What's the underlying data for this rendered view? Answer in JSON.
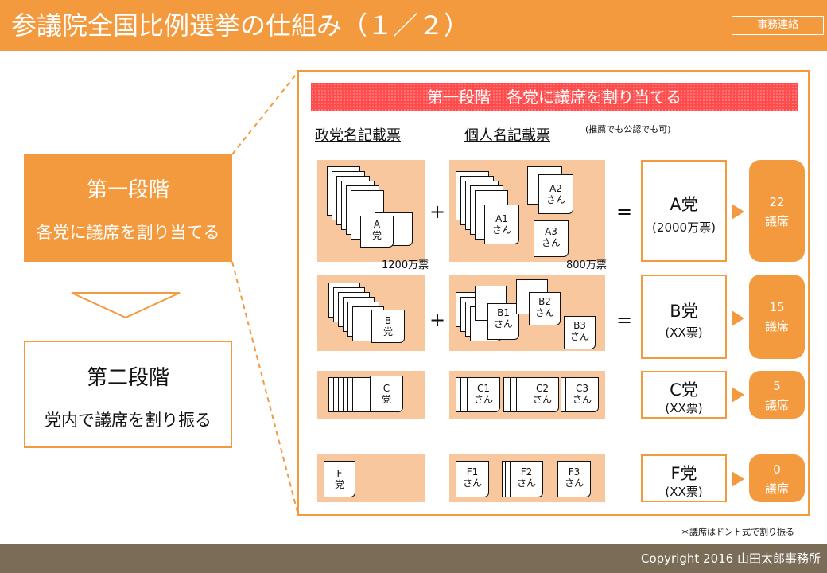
{
  "header": {
    "title": "参議院全国比例選挙の仕組み（１／２）",
    "badge": "事務連絡"
  },
  "stage1": {
    "line1": "第一段階",
    "line2": "各党に議席を割り当てる"
  },
  "stage2": {
    "line1": "第二段階",
    "line2": "党内で議席を割り振る"
  },
  "panel": {
    "header": "第一段階　各党に議席を割り当てる",
    "col_party": "政党名記載票",
    "col_person": "個人名記載票",
    "col_person_note": "(推薦でも公認でも可)",
    "footnote": "＊議席はドント式で割り振る"
  },
  "rows": [
    {
      "party_ballot": [
        "A",
        "党"
      ],
      "candidates": [
        [
          "A1",
          "さん"
        ],
        [
          "A2",
          "さん"
        ],
        [
          "A3",
          "さん"
        ]
      ],
      "party_votes_label": "1200万票",
      "person_votes_label": "800万票",
      "plus": "+",
      "equals": "=",
      "result_party": "A党",
      "result_votes": "(2000万票)",
      "seats": "22",
      "seats_unit": "議席"
    },
    {
      "party_ballot": [
        "B",
        "党"
      ],
      "candidates": [
        [
          "B1",
          "さん"
        ],
        [
          "B2",
          "さん"
        ],
        [
          "B3",
          "さん"
        ]
      ],
      "plus": "+",
      "equals": "=",
      "result_party": "B党",
      "result_votes": "(XX票)",
      "seats": "15",
      "seats_unit": "議席"
    },
    {
      "party_ballot": [
        "C",
        "党"
      ],
      "candidates": [
        [
          "C1",
          "さん"
        ],
        [
          "C2",
          "さん"
        ],
        [
          "C3",
          "さん"
        ]
      ],
      "result_party": "C党",
      "result_votes": "(XX票)",
      "seats": "5",
      "seats_unit": "議席"
    },
    {
      "party_ballot": [
        "F",
        "党"
      ],
      "candidates": [
        [
          "F1",
          "さん"
        ],
        [
          "F2",
          "さん"
        ],
        [
          "F3",
          "さん"
        ]
      ],
      "result_party": "F党",
      "result_votes": "(XX票)",
      "seats": "0",
      "seats_unit": "議席"
    }
  ],
  "footer": {
    "copyright": "Copyright 2016 山田太郎事務所"
  },
  "colors": {
    "orange": "#f39a3e",
    "peach": "#f8c79d",
    "red": "#ff4d4d",
    "footer": "#7a6c57"
  }
}
